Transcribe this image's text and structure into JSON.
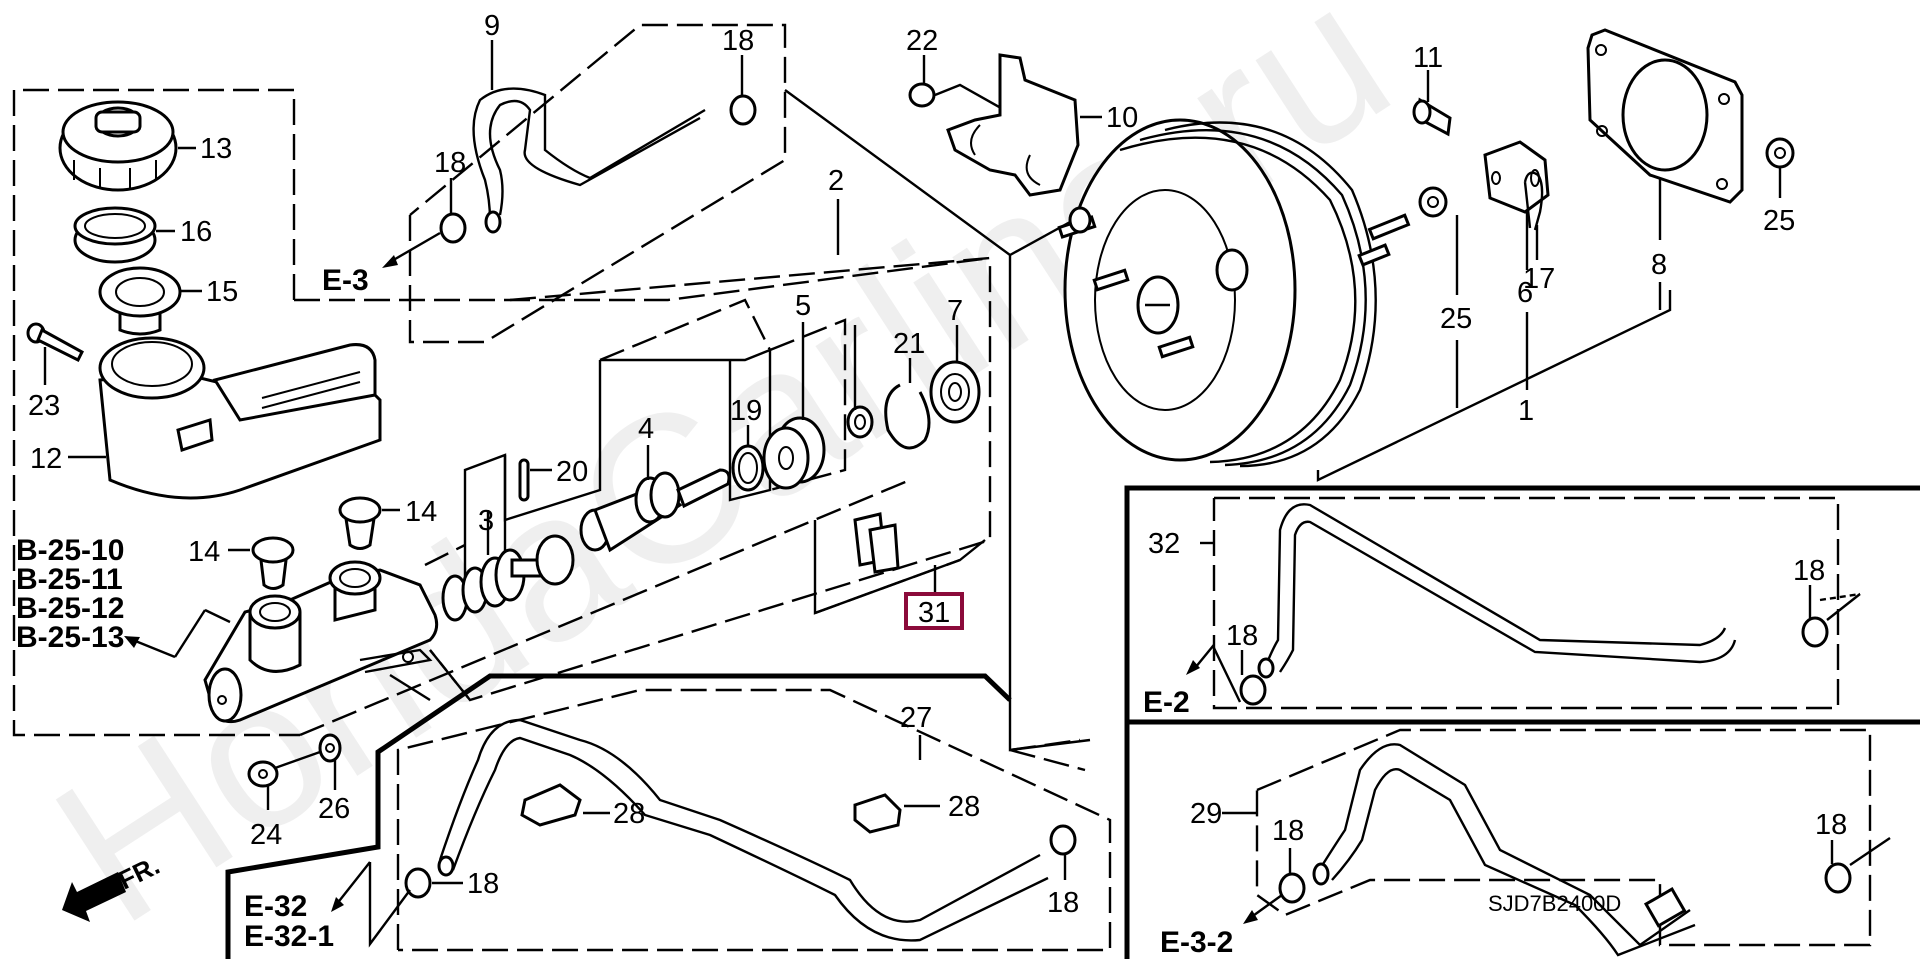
{
  "diagram": {
    "title": "Brake Master Cylinder / Master Power assembly diagram",
    "diagram_code": "SJD7B2400D",
    "watermark": "HondaCarline.ru",
    "direction_indicator": "FR.",
    "highlight_color": "#8b0a3a",
    "highlighted_part": "31",
    "part_labels": {
      "p1": "1",
      "p2": "2",
      "p3": "3",
      "p4": "4",
      "p5": "5",
      "p6": "6",
      "p7": "7",
      "p8": "8",
      "p9": "9",
      "p10": "10",
      "p11": "11",
      "p12": "12",
      "p13": "13",
      "p14a": "14",
      "p14b": "14",
      "p15": "15",
      "p16": "16",
      "p17": "17",
      "p18a": "18",
      "p18b": "18",
      "p18c": "18",
      "p18d": "18",
      "p18e": "18",
      "p18f": "18",
      "p18g": "18",
      "p18h": "18",
      "p19": "19",
      "p20": "20",
      "p21": "21",
      "p22": "22",
      "p23": "23",
      "p24": "24",
      "p25a": "25",
      "p25b": "25",
      "p26": "26",
      "p27": "27",
      "p28a": "28",
      "p28b": "28",
      "p29": "29",
      "p31": "31",
      "p32": "32"
    },
    "section_refs": {
      "e3": "E-3",
      "b25_10": "B-25-10",
      "b25_11": "B-25-11",
      "b25_12": "B-25-12",
      "b25_13": "B-25-13",
      "e32": "E-32",
      "e32_1": "E-32-1",
      "e2": "E-2",
      "e3_2": "E-3-2"
    }
  }
}
